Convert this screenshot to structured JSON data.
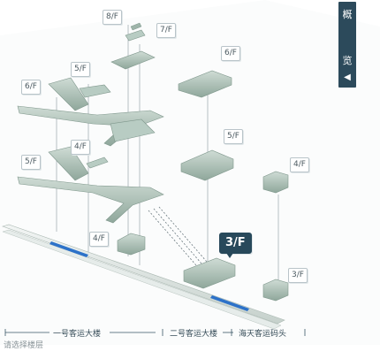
{
  "floors": {
    "t1_8f": "8/F",
    "t1_7f": "7/F",
    "t1_6f": "6/F",
    "t1_5f_upper": "5/F",
    "t1_4f_upper": "4/F",
    "t1_5f_lower": "5/F",
    "t1_4f_lower": "4/F",
    "t2_6f": "6/F",
    "t2_5f": "5/F",
    "t2_3f": "3/F",
    "pier_4f": "4/F",
    "pier_3f": "3/F"
  },
  "overview": {
    "char1": "概",
    "char2": "览",
    "arrow": "◀"
  },
  "bottom": {
    "terminal1": "一号客运大楼",
    "terminal2": "二号客运大楼",
    "pier": "海天客运码头"
  },
  "hint": "请选择楼层",
  "colors": {
    "accent": "#28495b",
    "building": "#a9c0b5",
    "line": "#2d72c9"
  }
}
